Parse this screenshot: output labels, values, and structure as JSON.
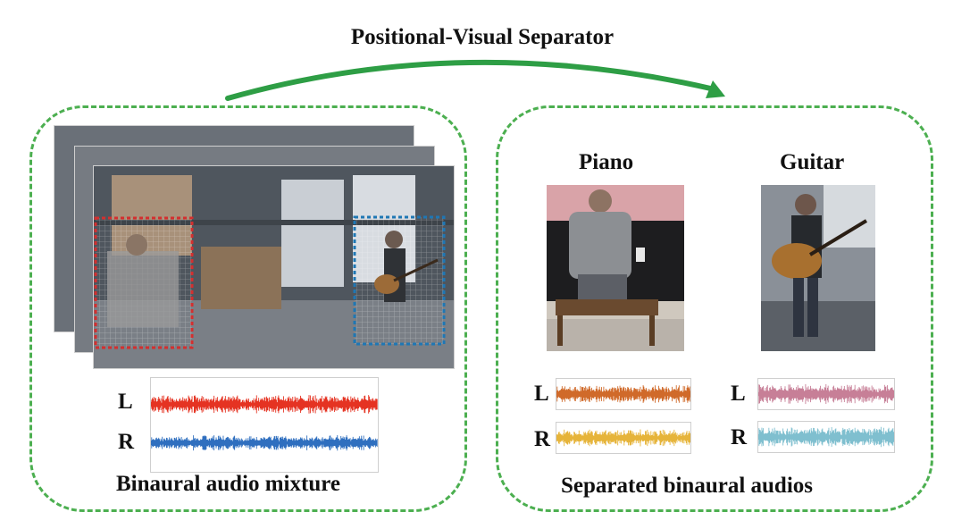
{
  "title": "Positional-Visual Separator",
  "left_panel": {
    "caption": "Binaural audio mixture",
    "channel_left": "L",
    "channel_right": "R"
  },
  "right_panel": {
    "caption": "Separated binaural audios",
    "sources": [
      {
        "name": "Piano",
        "channel_left": "L",
        "channel_right": "R"
      },
      {
        "name": "Guitar",
        "channel_left": "L",
        "channel_right": "R"
      }
    ]
  },
  "colors": {
    "arrow": "#2e9e45",
    "dashed_box": "#4caf50",
    "mix_left": "#e53322",
    "mix_right": "#2f6fbf",
    "piano_left": "#d06a2a",
    "piano_right": "#e6b43a",
    "guitar_left": "#c77f97",
    "guitar_right": "#7fbfcf",
    "piano_region": "#d32f2f",
    "guitar_region": "#1f77b4"
  }
}
